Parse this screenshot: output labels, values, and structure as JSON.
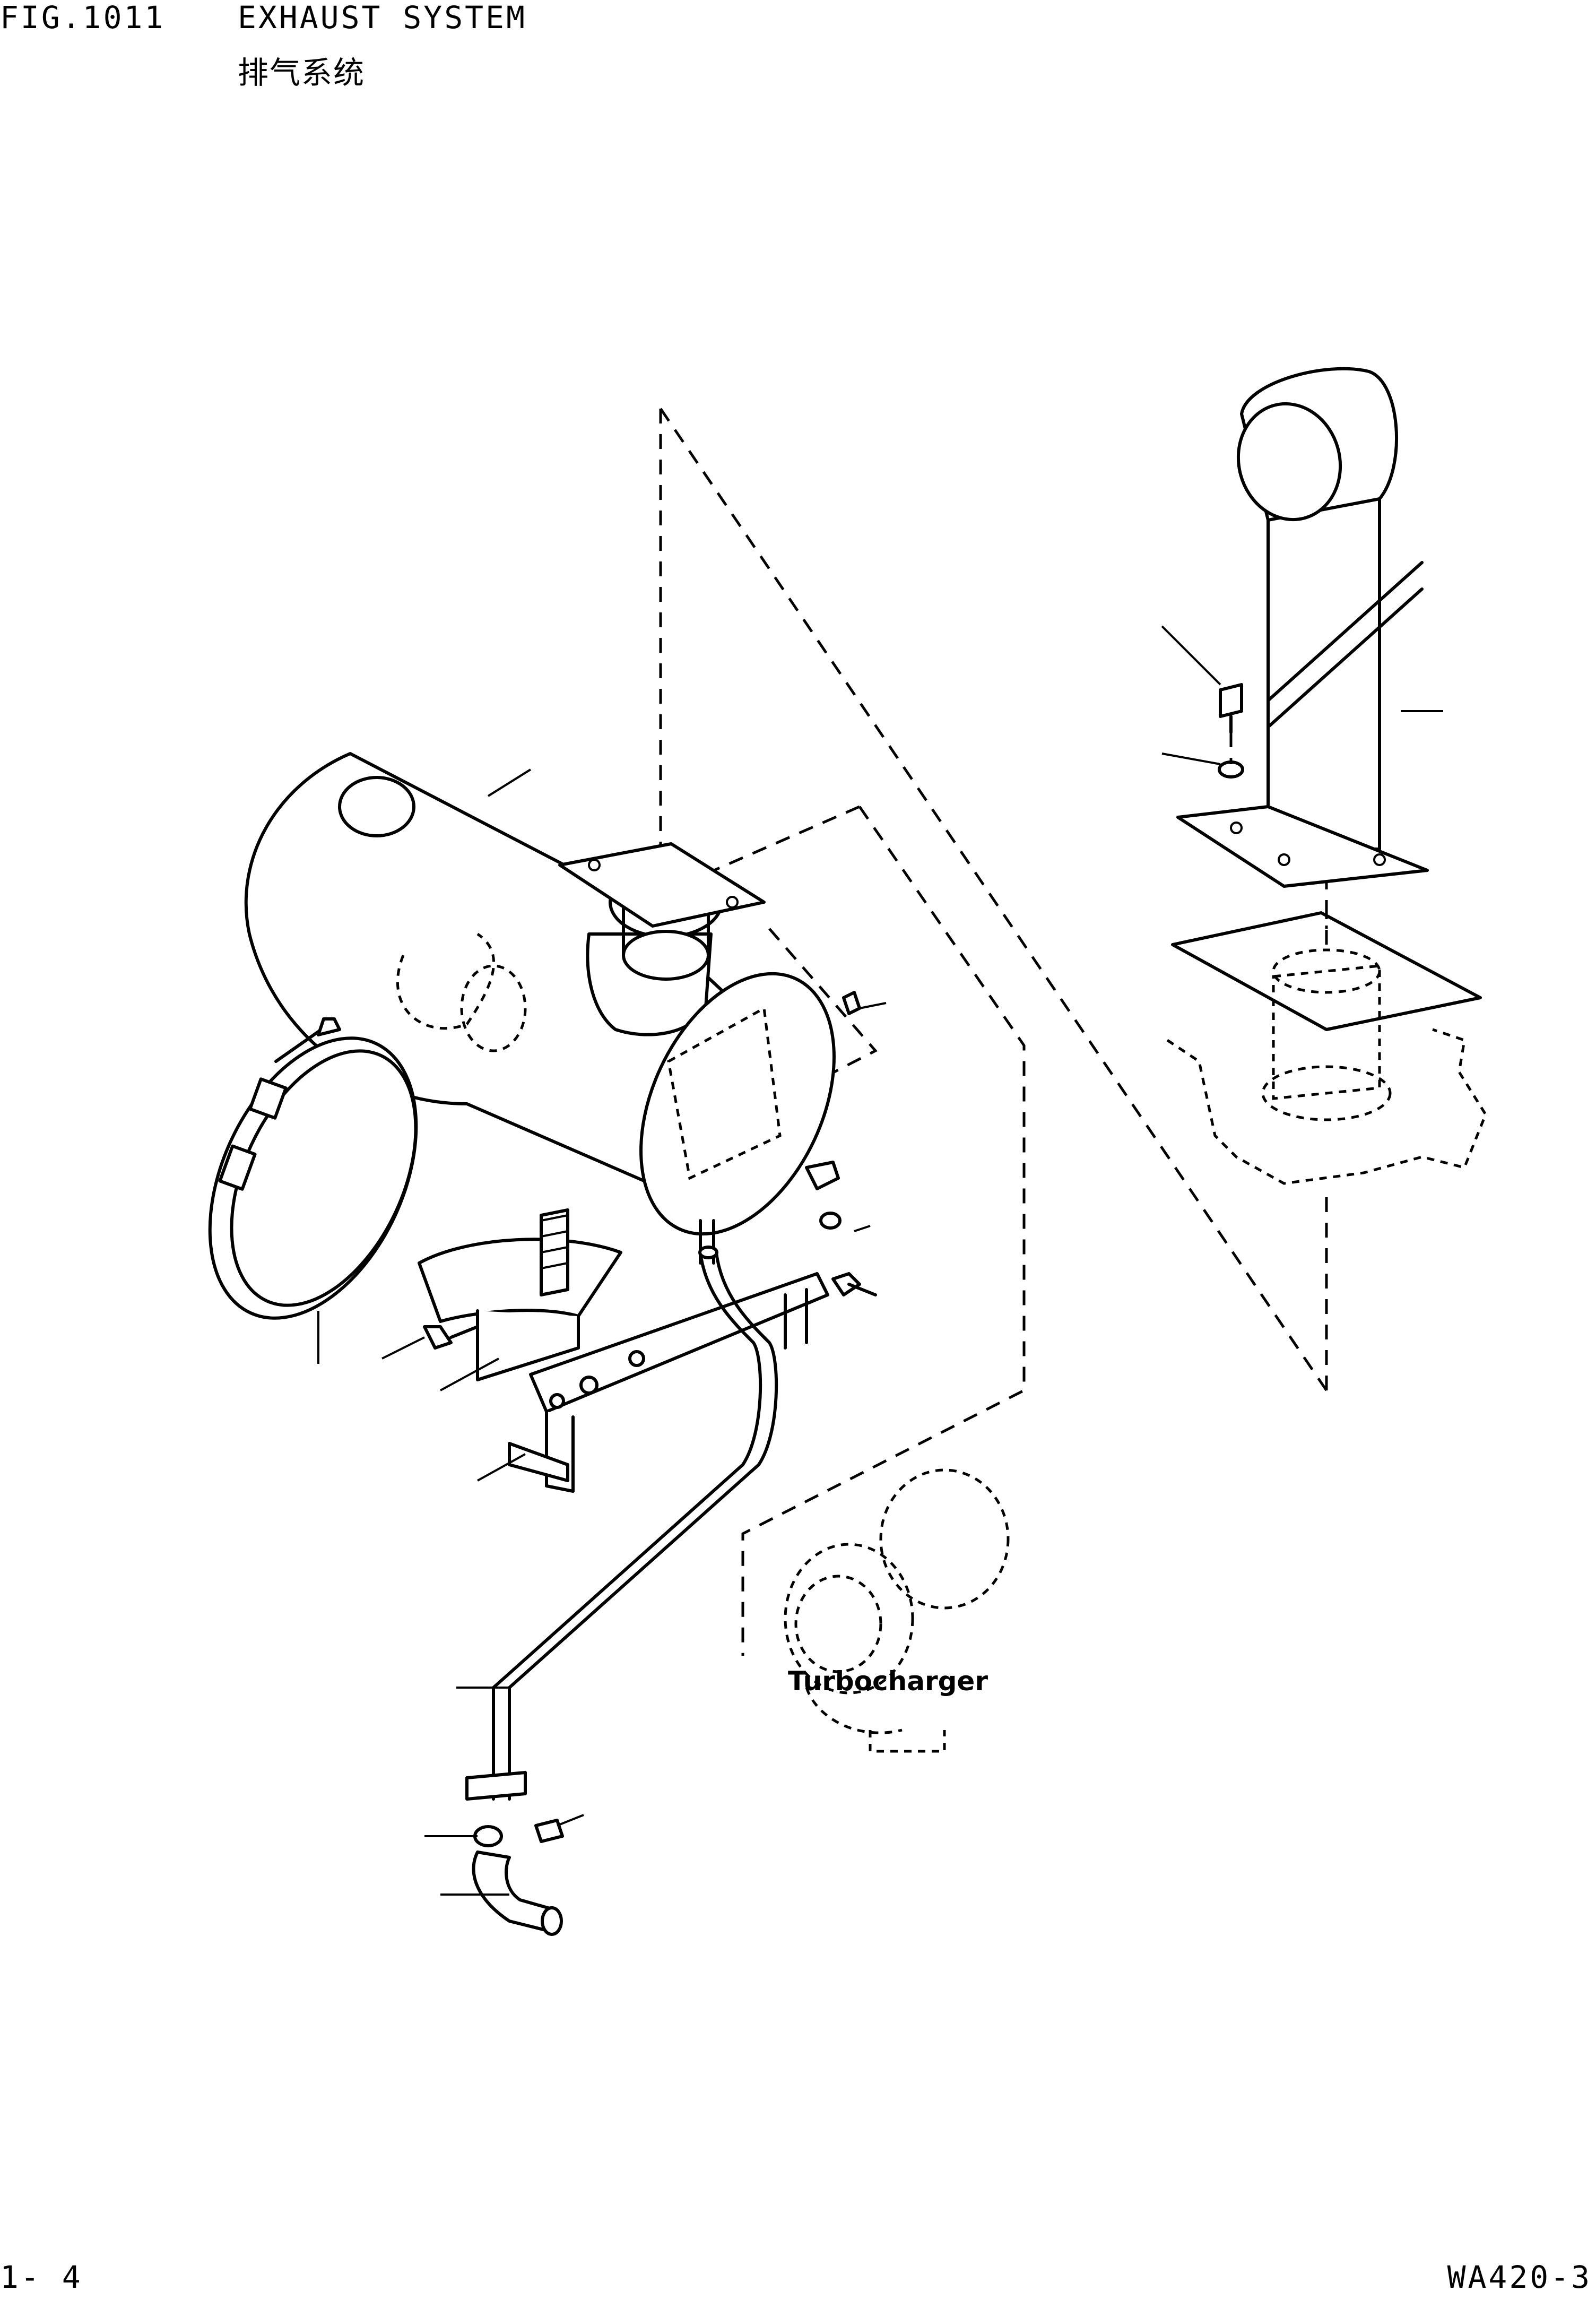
{
  "header": {
    "fig_number": "FIG.1011",
    "title": "EXHAUST SYSTEM",
    "title_cn": "排气系统"
  },
  "diagram": {
    "callout_label": "Turbocharger"
  },
  "footer": {
    "page_number": "1- 4",
    "model_code": "WA420-3"
  }
}
